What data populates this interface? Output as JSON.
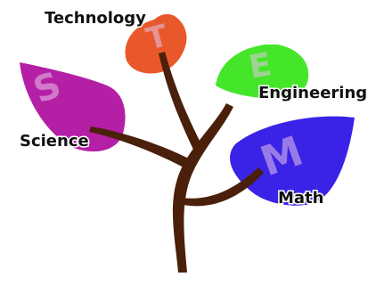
{
  "diagram": {
    "labels": {
      "technology": "Technology",
      "engineering": "Engineering",
      "science": "Science",
      "math": "Math"
    },
    "leaves": [
      {
        "name": "technology",
        "letter": "T",
        "color": "#e8582a"
      },
      {
        "name": "engineering",
        "letter": "E",
        "color": "#45e62a"
      },
      {
        "name": "science",
        "letter": "S",
        "color": "#b51fa6"
      },
      {
        "name": "math",
        "letter": "M",
        "color": "#3a22e6"
      }
    ],
    "trunk_color": "#4a200b",
    "letter_color": "#e6c2ea"
  }
}
